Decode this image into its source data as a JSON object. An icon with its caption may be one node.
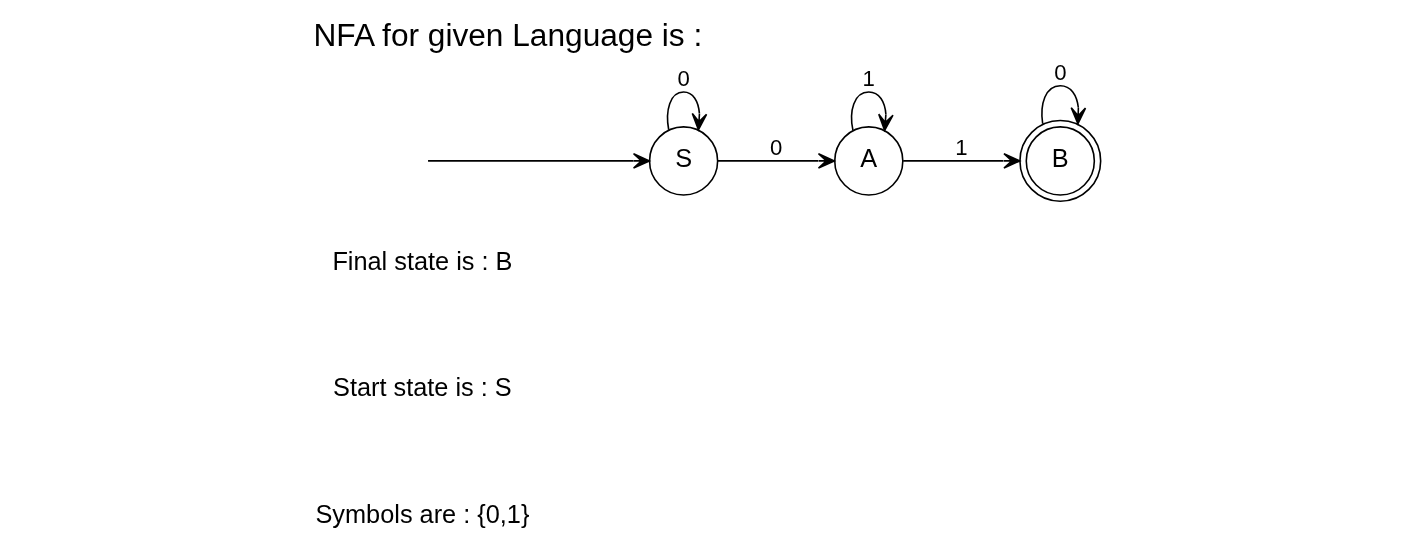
{
  "diagram": {
    "title": "NFA for given Language is :",
    "nodes": [
      {
        "text": [
          "S"
        ]
      },
      {
        "text": [
          "A"
        ]
      },
      {
        "text": [
          "B"
        ]
      }
    ],
    "edges": [
      {
        "from": null,
        "to": 0,
        "arrow": "to"
      },
      {
        "from": 0,
        "to": 0,
        "arrow": "to",
        "label": "0"
      },
      {
        "from": 0,
        "to": 1,
        "arrow": "to",
        "label": "0"
      },
      {
        "from": 1,
        "to": 1,
        "arrow": "to",
        "label": "1"
      },
      {
        "from": 1,
        "to": 2,
        "arrow": "to",
        "label": "1"
      },
      {
        "from": 2,
        "to": 2,
        "arrow": "to",
        "label": "0"
      }
    ],
    "labels": [
      "Final state is : B",
      "Start state is : S",
      "Symbols are : {0,1}"
    ]
  }
}
